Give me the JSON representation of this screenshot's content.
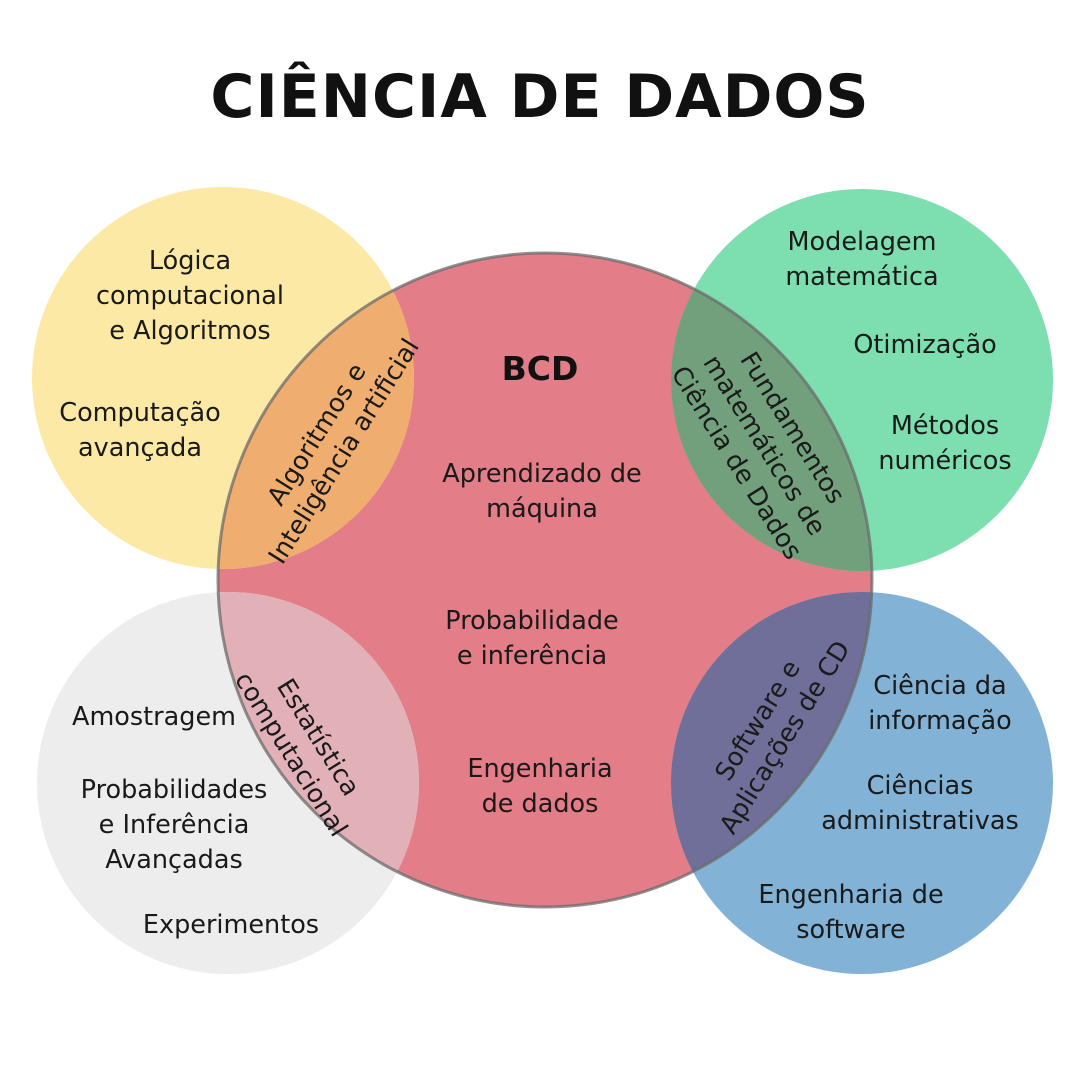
{
  "title": "CIÊNCIA DE DADOS",
  "colors": {
    "center": "#e37d87",
    "yellow": "#fde9a6",
    "green": "#7ddeb0",
    "grey": "#ededed",
    "blue": "#82b3d7",
    "overlap_yellow": "#efad70",
    "overlap_green": "#72a07c",
    "overlap_grey": "#e2b1b8",
    "overlap_blue": "#6f6f99"
  },
  "center": {
    "label": "BCD",
    "items": [
      "Aprendizado de",
      "máquina",
      "Probabilidade",
      "e inferência",
      "Engenharia",
      "de dados"
    ]
  },
  "yellow": {
    "items": [
      "Lógica",
      "computacional",
      "e Algoritmos",
      "Computação",
      "avançada"
    ],
    "overlap": [
      "Algoritmos e",
      "Inteligência artificial"
    ]
  },
  "green": {
    "items": [
      "Modelagem",
      "matemática",
      "Otimização",
      "Métodos",
      "numéricos"
    ],
    "overlap": [
      "Fundamentos",
      "matemáticos de",
      "Ciência de Dados"
    ]
  },
  "grey": {
    "items": [
      "Amostragem",
      "Probabilidades",
      "e Inferência",
      "Avançadas",
      "Experimentos"
    ],
    "overlap": [
      "Estatística",
      "computacional"
    ]
  },
  "blue": {
    "items": [
      "Ciência da",
      "informação",
      "Ciências",
      "administrativas",
      "Engenharia de",
      "software"
    ],
    "overlap": [
      "Software e",
      "Aplicações de CD"
    ]
  }
}
